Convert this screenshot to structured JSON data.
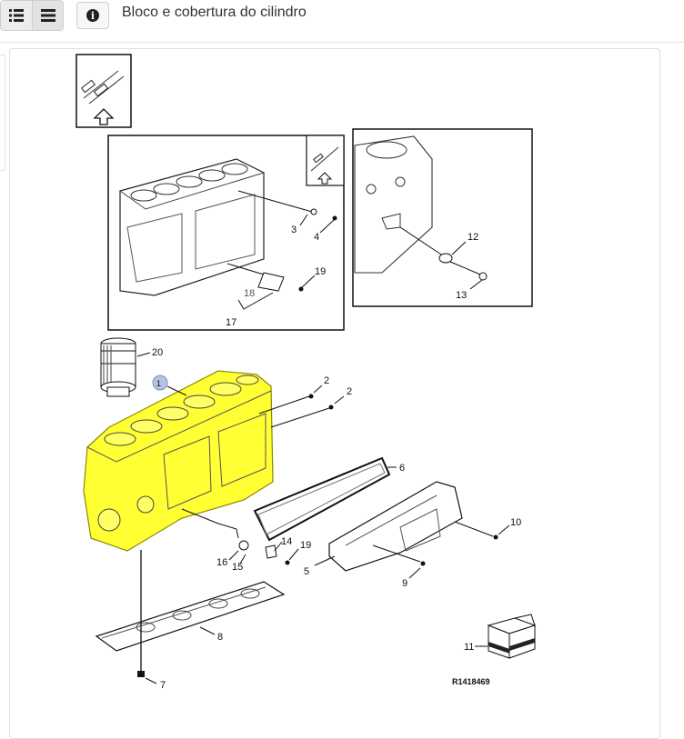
{
  "header": {
    "title": "Bloco e cobertura do cilindro",
    "icons": {
      "list_view": "list-icon",
      "detail_view": "menu-icon",
      "info": "info-icon"
    },
    "info_glyph": "i"
  },
  "diagram": {
    "highlight_color": "#ffff33",
    "callouts": {
      "c1": "1",
      "c2a": "2",
      "c2b": "2",
      "c3": "3",
      "c4": "4",
      "c5": "5",
      "c6": "6",
      "c7": "7",
      "c8": "8",
      "c9": "9",
      "c10": "10",
      "c11": "11",
      "c12": "12",
      "c13": "13",
      "c14": "14",
      "c15": "15",
      "c16": "16",
      "c17": "17",
      "c18": "18",
      "c19a": "19",
      "c19b": "19",
      "c20": "20"
    },
    "reference": "R1418469"
  }
}
